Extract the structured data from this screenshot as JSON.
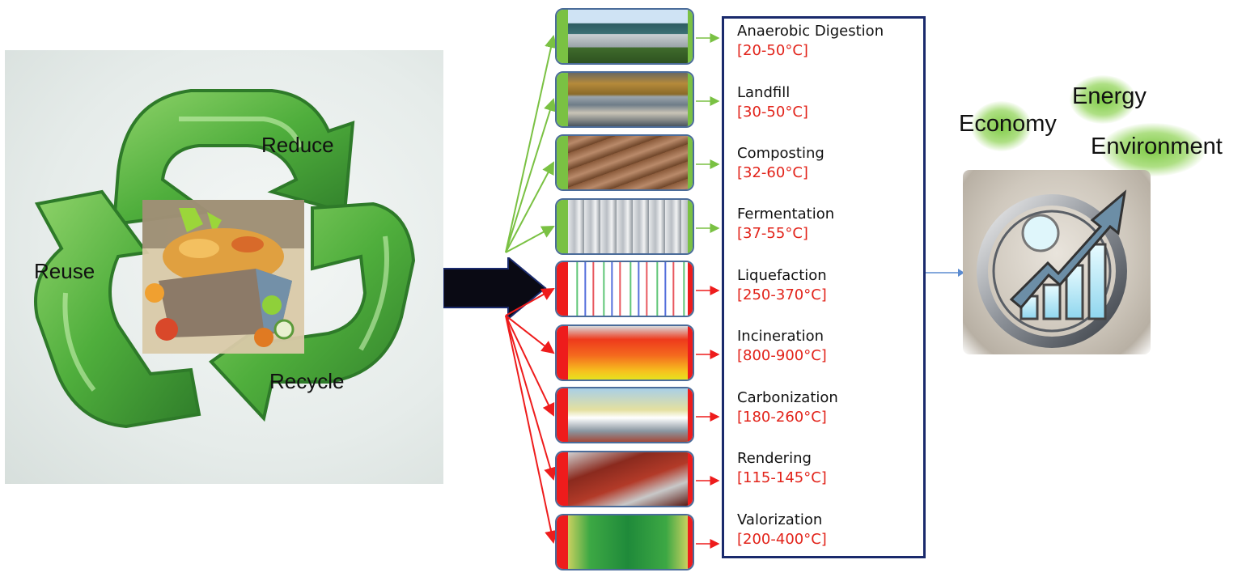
{
  "left_panel": {
    "labels": {
      "reduce": "Reduce",
      "reuse": "Reuse",
      "recycle": "Recycle"
    },
    "center_image": "food-waste-bin",
    "symbol": "recycle-symbol"
  },
  "processes": [
    {
      "name": "Anaerobic Digestion",
      "temp": "[20-50°C]",
      "category": "biological",
      "image": "biogas-dome"
    },
    {
      "name": "Landfill",
      "temp": "[30-50°C]",
      "category": "biological",
      "image": "landfill-bulldozer"
    },
    {
      "name": "Composting",
      "temp": "[32-60°C]",
      "category": "biological",
      "image": "compost-turner"
    },
    {
      "name": "Fermentation",
      "temp": "[37-55°C]",
      "category": "biological",
      "image": "fermentation-plant"
    },
    {
      "name": "Liquefaction",
      "temp": "[250-370°C]",
      "category": "thermal",
      "image": "liquefaction-schematic"
    },
    {
      "name": "Incineration",
      "temp": "[800-900°C]",
      "category": "thermal",
      "image": "incinerator-furnace"
    },
    {
      "name": "Carbonization",
      "temp": "[180-260°C]",
      "category": "thermal",
      "image": "carbonization-reactors"
    },
    {
      "name": "Rendering",
      "temp": "[115-145°C]",
      "category": "thermal",
      "image": "rendering-plant"
    },
    {
      "name": "Valorization",
      "temp": "[200-400°C]",
      "category": "thermal",
      "image": "valorization-reactor"
    }
  ],
  "outcomes": {
    "economy": "Economy",
    "energy": "Energy",
    "environment": "Environment",
    "icon": "growth-chart-icon"
  },
  "colors": {
    "biological": "#7ac143",
    "thermal": "#ee1c1c",
    "temp_text": "#e2231a",
    "box_border": "#1a2a6c",
    "main_arrow": "#0a0a14",
    "output_arrow": "#5b8bd0"
  }
}
